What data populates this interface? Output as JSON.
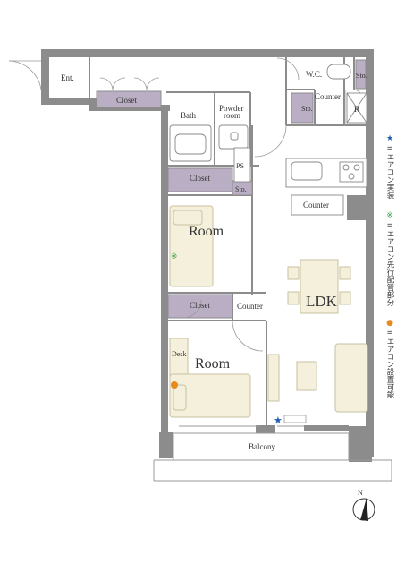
{
  "rooms": {
    "entrance": "Ent.",
    "closet_entrance": "Closet",
    "bath": "Bath",
    "powder_room_line1": "Powder",
    "powder_room_line2": "room",
    "wc": "W.C.",
    "storage_wc": "Sto.",
    "counter_top": "Counter",
    "storage_mid": "Sto.",
    "refrigerator": "R",
    "ps": "PS",
    "closet_room1": "Closet",
    "storage_small": "Sto.",
    "counter_kitchen": "Counter",
    "room1": "Room",
    "ldk": "LDK",
    "closet_room2": "Closet",
    "counter_room2": "Counter",
    "desk": "Desk",
    "room2": "Room",
    "balcony": "Balcony"
  },
  "legend": {
    "ac_installed_mark": "★",
    "ac_installed_text": "=エアコン実装",
    "ac_piping_mark": "※",
    "ac_piping_text": "=エアコン先行配管部分",
    "ac_possible_mark": "●",
    "ac_possible_text": "=エアコン設置可能"
  },
  "compass": {
    "label": "N"
  },
  "colors": {
    "wall": "#8c8c8c",
    "closet": "#b9aec3",
    "furniture": "#f4f0dc",
    "furniture_stroke": "#c9c2a0",
    "legend_star": "#1f5fb0",
    "legend_piping": "#3aa04a",
    "legend_dot": "#e68a1e"
  }
}
